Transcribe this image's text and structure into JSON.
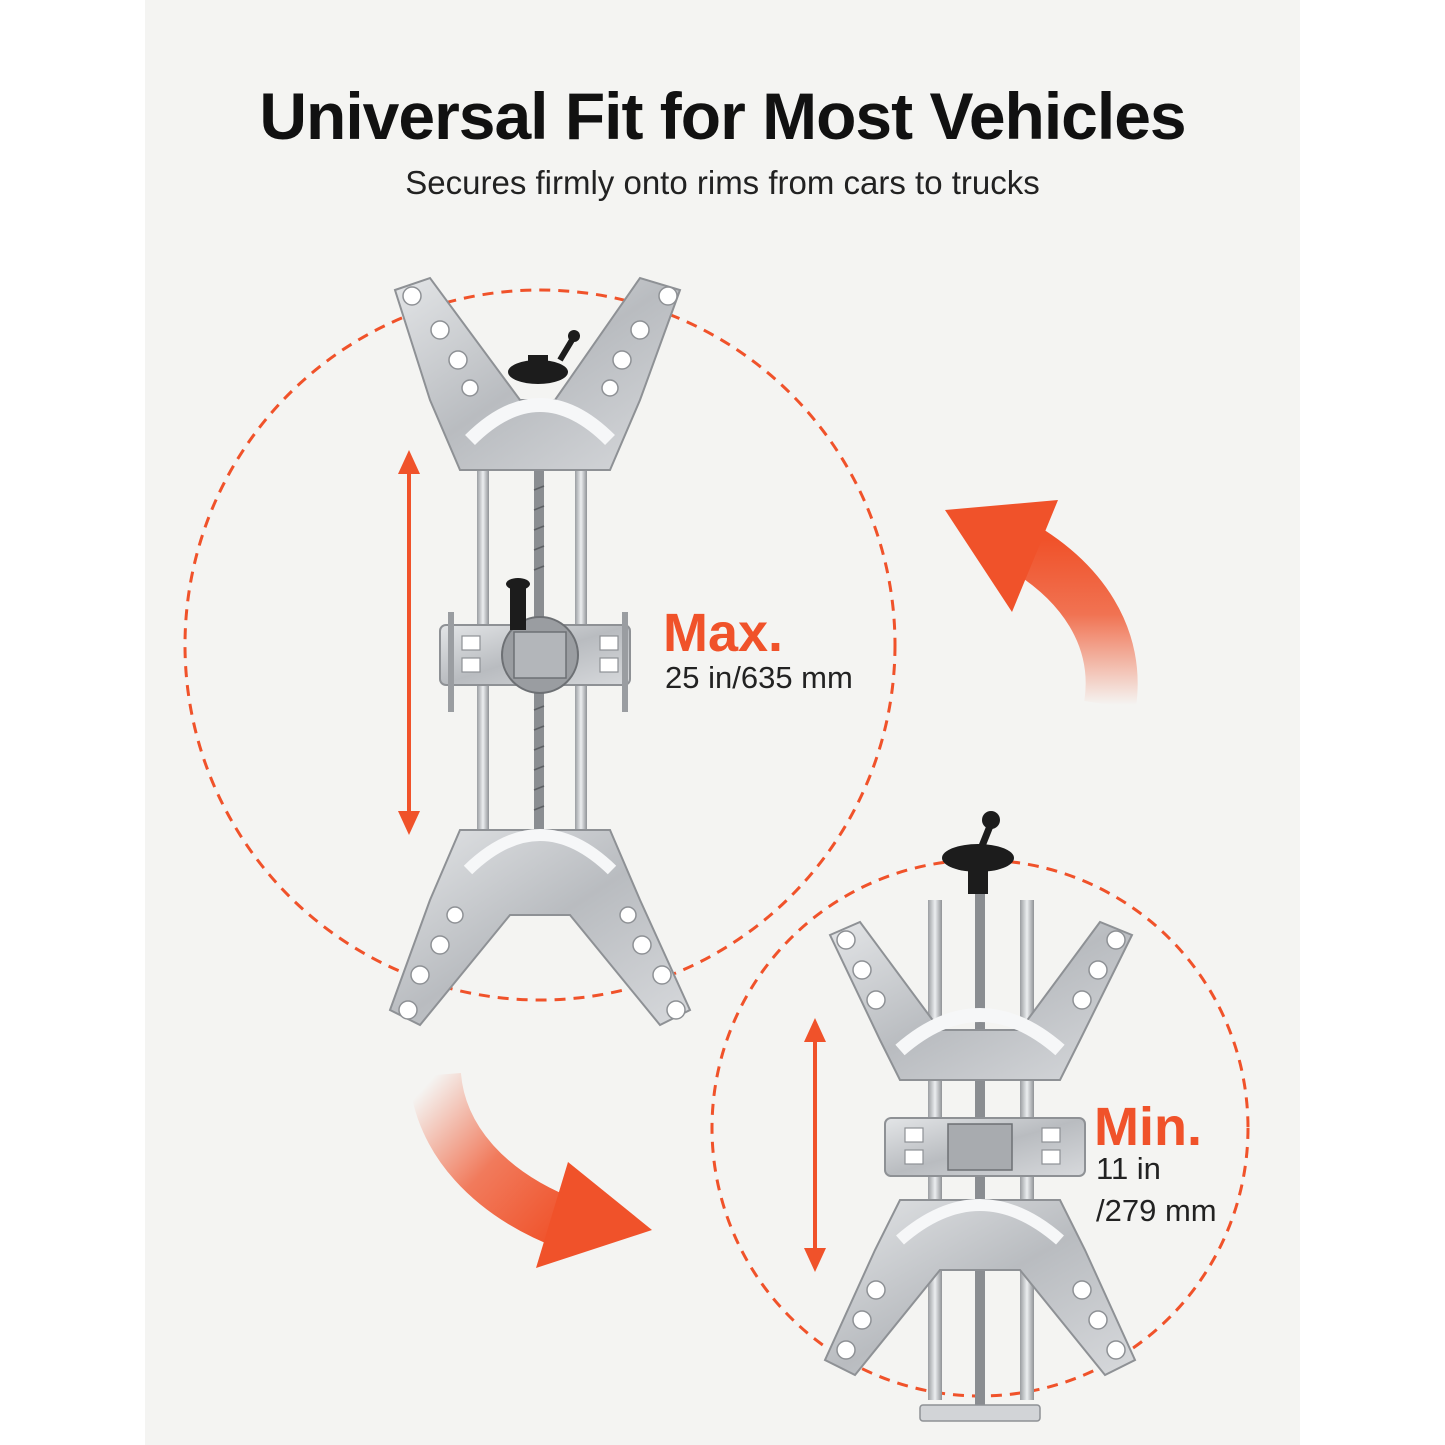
{
  "header": {
    "title": "Universal Fit for Most Vehicles",
    "subtitle": "Secures firmly onto rims from cars to trucks"
  },
  "max_spec": {
    "label": "Max.",
    "value": "25 in/635 mm"
  },
  "min_spec": {
    "label": "Min.",
    "value_line1": "11 in",
    "value_line2": "/279 mm"
  },
  "colors": {
    "accent": "#f0522a",
    "panel": "#f4f4f2",
    "metal": "#c9cbcd",
    "metal_dark": "#8e9195",
    "knob": "#1c1c1c"
  },
  "icons": {
    "clamp_max": "wheel-clamp-extended-icon",
    "clamp_min": "wheel-clamp-retracted-icon",
    "arrow_expand": "curved-arrow-up-icon",
    "arrow_collapse": "curved-arrow-down-icon"
  }
}
